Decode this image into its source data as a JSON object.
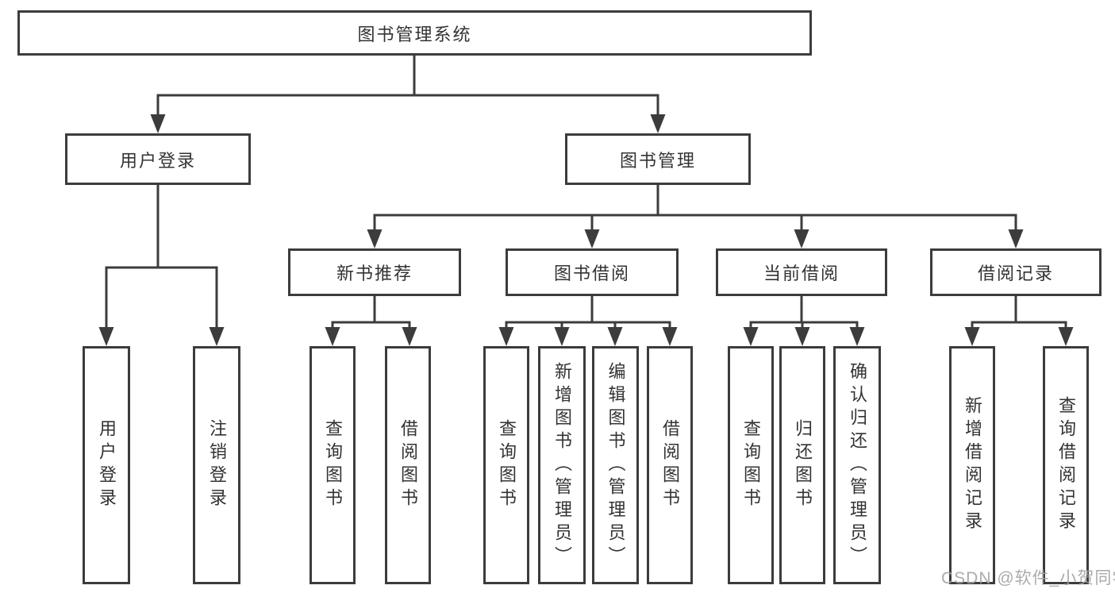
{
  "diagram_type": "hierarchy-tree",
  "colors": {
    "line": "#3c3c3c",
    "box_border": "#3c3c3c",
    "text": "#333333",
    "background": "#ffffff",
    "watermark": "#a2a2a2"
  },
  "tree": {
    "label": "图书管理系统",
    "children": [
      {
        "label": "用户登录",
        "children": [
          {
            "label": "用户登录"
          },
          {
            "label": "注销登录"
          }
        ]
      },
      {
        "label": "图书管理",
        "children": [
          {
            "label": "新书推荐",
            "children": [
              {
                "label": "查询图书"
              },
              {
                "label": "借阅图书"
              }
            ]
          },
          {
            "label": "图书借阅",
            "children": [
              {
                "label": "查询图书"
              },
              {
                "label": "新增图书（管理员）"
              },
              {
                "label": "编辑图书（管理员）"
              },
              {
                "label": "借阅图书"
              }
            ]
          },
          {
            "label": "当前借阅",
            "children": [
              {
                "label": "查询图书"
              },
              {
                "label": "归还图书"
              },
              {
                "label": "确认归还（管理员）"
              }
            ]
          },
          {
            "label": "借阅记录",
            "children": [
              {
                "label": "新增借阅记录"
              },
              {
                "label": "查询借阅记录"
              }
            ]
          }
        ]
      }
    ]
  },
  "watermark": {
    "text": "CSDN @软件_小贺同学"
  }
}
